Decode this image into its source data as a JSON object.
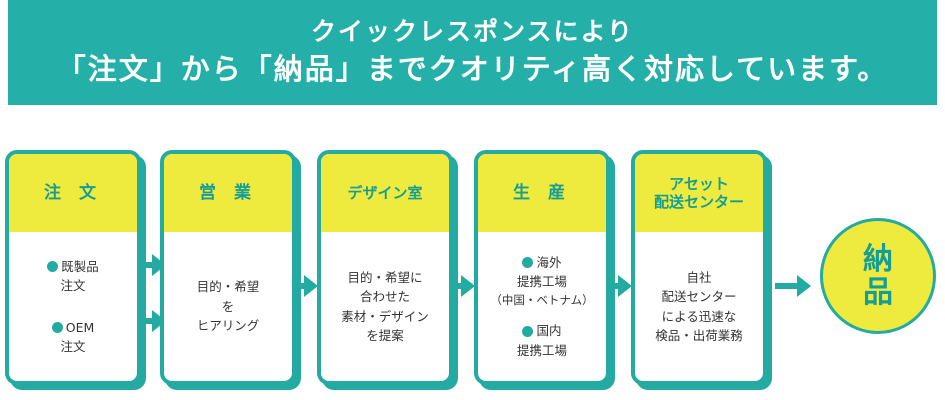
{
  "banner": {
    "line1": "クイックレスポンスにより",
    "line2": "「注文」から「納品」までクオリティ高く対応しています。"
  },
  "cards": [
    {
      "title": "注 文",
      "items": [
        {
          "line1": "既製品",
          "line2": "注文"
        },
        {
          "line1": "OEM",
          "line2": "注文"
        }
      ]
    },
    {
      "title": "営 業",
      "lines": [
        "目的・希望",
        "を",
        "ヒアリング"
      ]
    },
    {
      "title": "デザイン室",
      "lines": [
        "目的・希望に",
        "合わせた",
        "素材・デザイン",
        "を提案"
      ]
    },
    {
      "title": "生 産",
      "items": [
        {
          "line1": "海外",
          "line2": "提携工場",
          "line3": "（中国・ベトナム）"
        },
        {
          "line1": "国内",
          "line2": "提携工場"
        }
      ]
    },
    {
      "title_line1": "アセット",
      "title_line2": "配送センター",
      "lines": [
        "自社",
        "配送センター",
        "による迅速な",
        "検品・出荷業務"
      ]
    }
  ],
  "result": {
    "char1": "納",
    "char2": "品"
  },
  "colors": {
    "teal": "#24b0a8",
    "yellow": "#eeea3e",
    "title_teal": "#159e97"
  }
}
